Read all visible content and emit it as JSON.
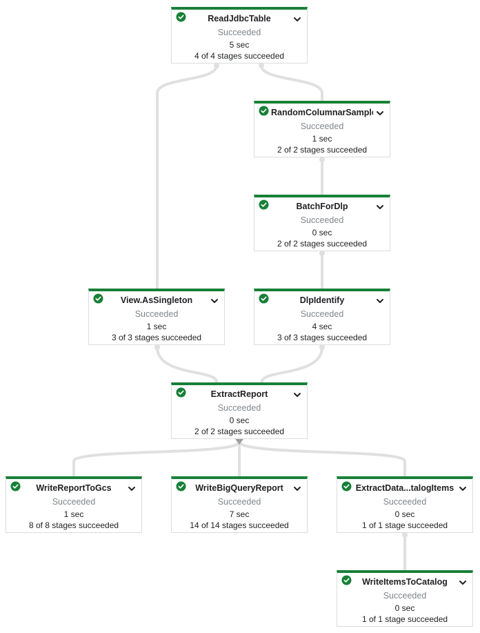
{
  "colors": {
    "success": "#188038",
    "edge": "#dadce0",
    "status_text": "#80868b"
  },
  "icons": {
    "status": "check-circle-icon",
    "expand": "chevron-down-icon"
  },
  "nodes": [
    {
      "title": "ReadJdbcTable",
      "status": "Succeeded",
      "duration": "5 sec",
      "stages": "4 of 4 stages succeeded"
    },
    {
      "title": "RandomColumnarSample",
      "status": "Succeeded",
      "duration": "1 sec",
      "stages": "2 of 2 stages succeeded"
    },
    {
      "title": "BatchForDlp",
      "status": "Succeeded",
      "duration": "0 sec",
      "stages": "2 of 2 stages succeeded"
    },
    {
      "title": "View.AsSingleton",
      "status": "Succeeded",
      "duration": "1 sec",
      "stages": "3 of 3 stages succeeded"
    },
    {
      "title": "DlpIdentify",
      "status": "Succeeded",
      "duration": "4 sec",
      "stages": "3 of 3 stages succeeded"
    },
    {
      "title": "ExtractReport",
      "status": "Succeeded",
      "duration": "0 sec",
      "stages": "2 of 2 stages succeeded"
    },
    {
      "title": "WriteReportToGcs",
      "status": "Succeeded",
      "duration": "1 sec",
      "stages": "8 of 8 stages succeeded"
    },
    {
      "title": "WriteBigQueryReport",
      "status": "Succeeded",
      "duration": "7 sec",
      "stages": "14 of 14 stages succeeded"
    },
    {
      "title": "ExtractData...talogItems",
      "status": "Succeeded",
      "duration": "0 sec",
      "stages": "1 of 1 stage succeeded"
    },
    {
      "title": "WriteItemsToCatalog",
      "status": "Succeeded",
      "duration": "0 sec",
      "stages": "1 of 1 stage succeeded"
    }
  ]
}
